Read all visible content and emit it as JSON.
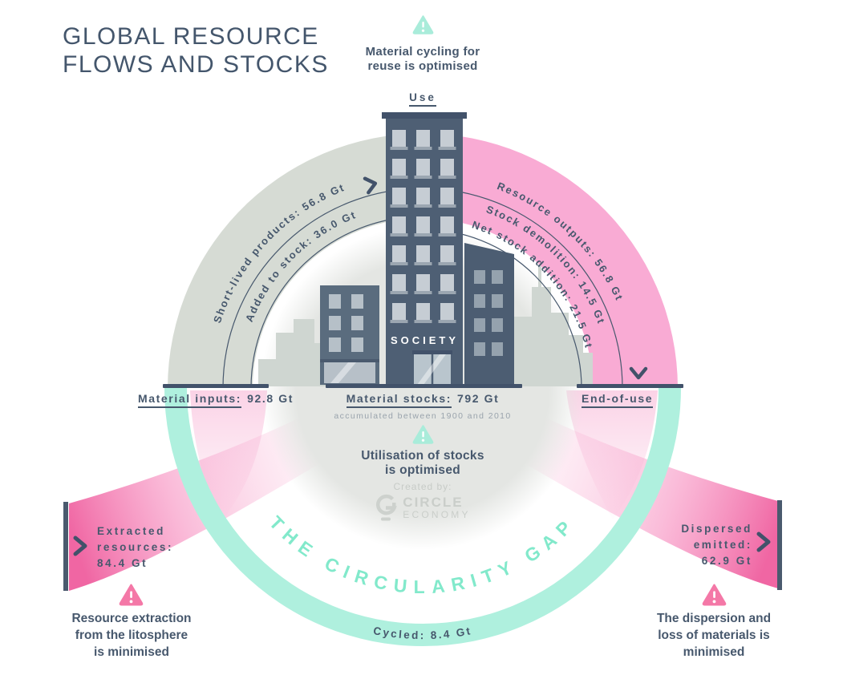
{
  "title": {
    "line1": "GLOBAL RESOURCE",
    "line2": "FLOWS AND STOCKS"
  },
  "top": {
    "caption_l1": "Material cycling for",
    "caption_l2": "reuse is optimised",
    "use_label": "Use"
  },
  "arcs": {
    "short_lived": "Short-lived products: 56.8 Gt",
    "added_to_stock": "Added to stock: 36.0 Gt",
    "resource_outputs": "Resource outputs: 56.8 Gt",
    "stock_demolition": "Stock demolition: 14.5 Gt",
    "net_stock_addition": "Net stock addition: 21.5 Gt"
  },
  "baseline": {
    "material_inputs_label": "Material inputs:",
    "material_inputs_value": "92.8 Gt",
    "material_stocks_label": "Material stocks:",
    "material_stocks_value": "792 Gt",
    "material_stocks_note": "accumulated between 1900 and 2010",
    "end_of_use": "End-of-use"
  },
  "building": {
    "society": "SOCIETY"
  },
  "center": {
    "caption_l1": "Utilisation of stocks",
    "caption_l2": "is optimised",
    "credit": "Created by:",
    "logo_l1": "CIRCLE",
    "logo_l2": "ECONOMY"
  },
  "gap": {
    "title": "THE CIRCULARITY GAP",
    "cycled": "Cycled: 8.4 Gt"
  },
  "left_flow": {
    "l1": "Extracted",
    "l2": "resources:",
    "l3": "84.4 Gt",
    "caption_l1": "Resource extraction",
    "caption_l2": "from the litosphere",
    "caption_l3": "is minimised"
  },
  "right_flow": {
    "l1": "Dispersed",
    "l2": "emitted:",
    "l3": "62.9 Gt",
    "caption_l1": "The dispersion and",
    "caption_l2": "loss of materials is",
    "caption_l3": "minimised"
  },
  "colors": {
    "slate": "#47586d",
    "slate_deep": "#42526a",
    "arc_gray": "#d6dbd4",
    "arc_pink": "#f9abd4",
    "swoosh_pink": "#ef5e9e",
    "mint_band": "#aff0de",
    "mint_text": "#82e9cb",
    "mint_icon": "#a9ecda",
    "pink_icon": "#f478a7",
    "disc_gray": "#e4e6e3",
    "skyline_gray": "#cfd6d1"
  }
}
